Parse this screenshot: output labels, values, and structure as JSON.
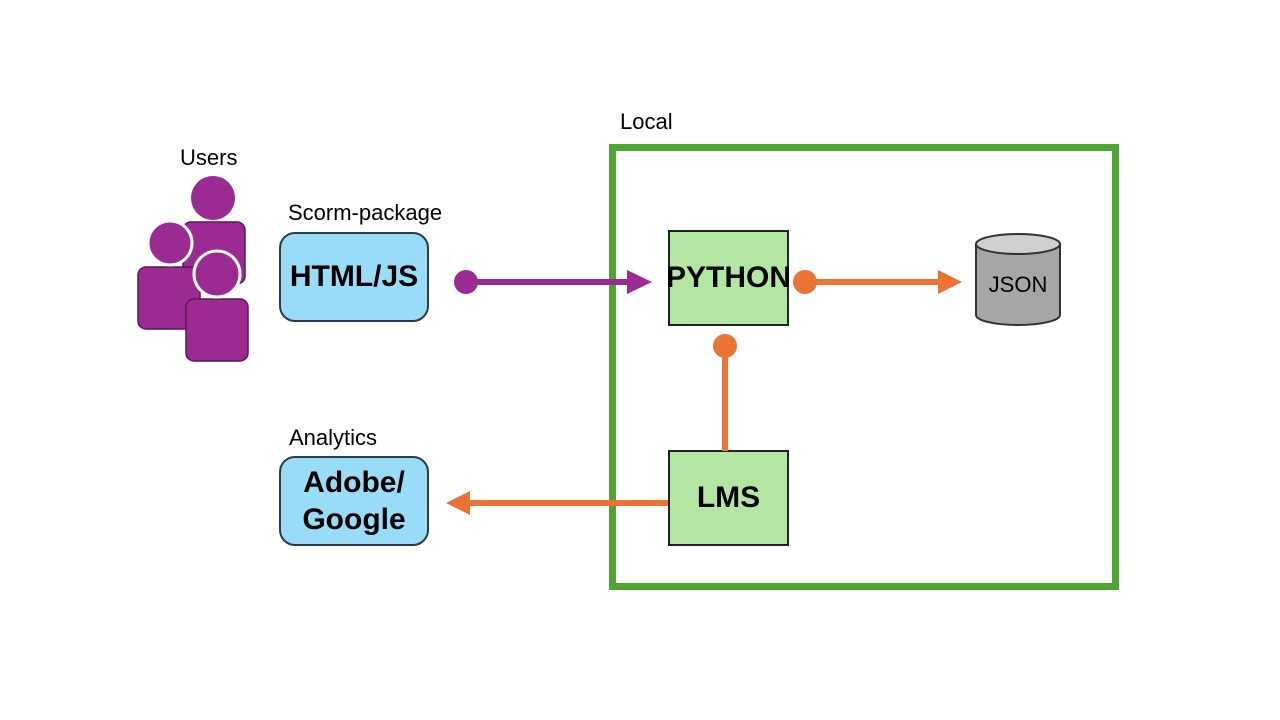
{
  "labels": {
    "local": "Local",
    "users": "Users",
    "scorm": "Scorm-package",
    "analytics": "Analytics"
  },
  "boxes": {
    "html_js": "HTML/JS",
    "adobe_line1": "Adobe/",
    "adobe_line2": "Google",
    "python": "PYTHON",
    "lms": "LMS",
    "json": "JSON"
  },
  "colors": {
    "purple": "#9b2a93",
    "orange": "#eb7334",
    "green_frame": "#4ea532",
    "blue_box": "#99dcf7",
    "green_box": "#b3e6a3",
    "db_gray": "#a6a6a6"
  },
  "icons": {
    "users": "users-group-icon",
    "database": "database-cylinder-icon"
  }
}
